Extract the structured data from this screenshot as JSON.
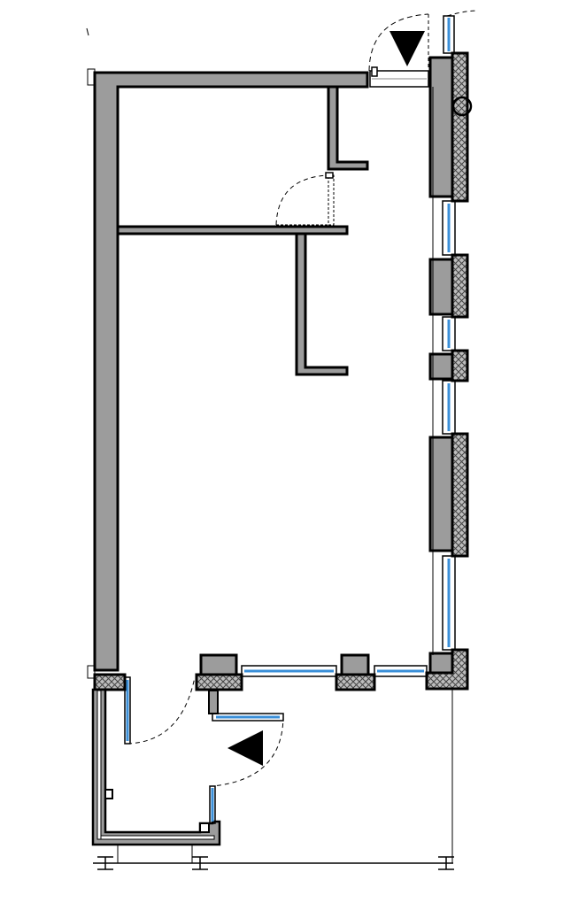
{
  "drawing": {
    "kind": "architectural floor plan",
    "view_markers": [
      {
        "name": "view-marker-top",
        "direction": "down"
      },
      {
        "name": "view-marker-entry",
        "direction": "left"
      }
    ],
    "colors": {
      "wall_fill": "#9c9c9c",
      "wall_stroke": "#000000",
      "hatch": "#555555",
      "glass": "#3a8fd8",
      "background": "#ffffff"
    }
  }
}
